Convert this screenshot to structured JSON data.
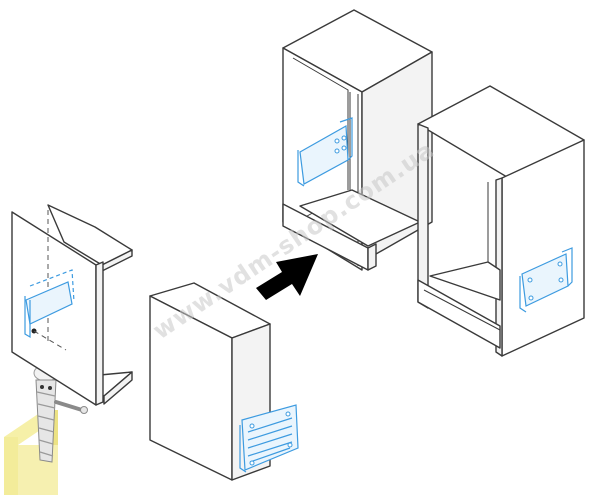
{
  "watermark": {
    "text": "www.vdm-shop.com.ua"
  },
  "colors": {
    "line": "#3a3a3a",
    "bracket": "#3d9be0",
    "arrow": "#000000",
    "mascot": "#f3ec9a"
  },
  "icons": {
    "step_arrow": "thick-arrow-right-up",
    "mascot": "pointing-screw-mascot"
  }
}
